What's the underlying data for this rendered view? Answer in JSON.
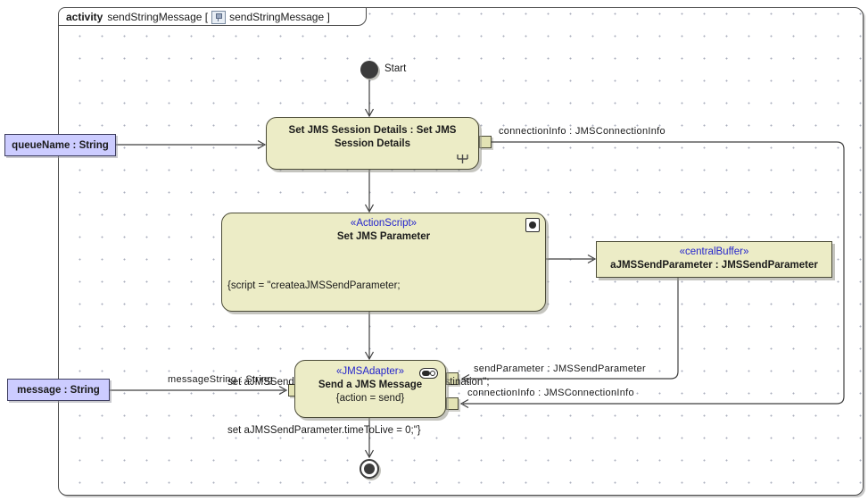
{
  "colors": {
    "node_fill": "#ececc6",
    "node_border": "#4c4c38",
    "param_fill": "#ccccff",
    "stereotype_blue": "#2424cc",
    "edge_stroke": "#3f3f3f"
  },
  "frame": {
    "keyword": "activity",
    "name": "sendStringMessage [",
    "diagram_name": "sendStringMessage ]"
  },
  "nodes": {
    "start": {
      "label": "Start"
    },
    "session": {
      "title": "Set JMS Session Details : Set JMS Session Details"
    },
    "action_script": {
      "stereotype": "«ActionScript»",
      "title": "Set JMS Parameter",
      "body_lines": [
        "{script = \"createaJMSSendParameter;",
        " ",
        "set aJMSSendParameter.queueName = \"jmsDestination\";",
        "set aJMSSendParameter.timeToLive = 0;\"}"
      ]
    },
    "central_buffer": {
      "stereotype": "«centralBuffer»",
      "title": "aJMSSendParameter : JMSSendParameter"
    },
    "send": {
      "stereotype": "«JMSAdapter»",
      "title": "Send a JMS Message",
      "constraint": "{action = send}"
    },
    "queue_param": {
      "label": "queueName : String"
    },
    "message_param": {
      "label": "message : String"
    }
  },
  "edge_labels": {
    "connection_info_top": "connectionInfo : JMSConnectionInfo",
    "send_parameter": "sendParameter : JMSSendParameter",
    "connection_info_bottom": "connectionInfo : JMSConnectionInfo",
    "message_string": "messageString : String"
  }
}
